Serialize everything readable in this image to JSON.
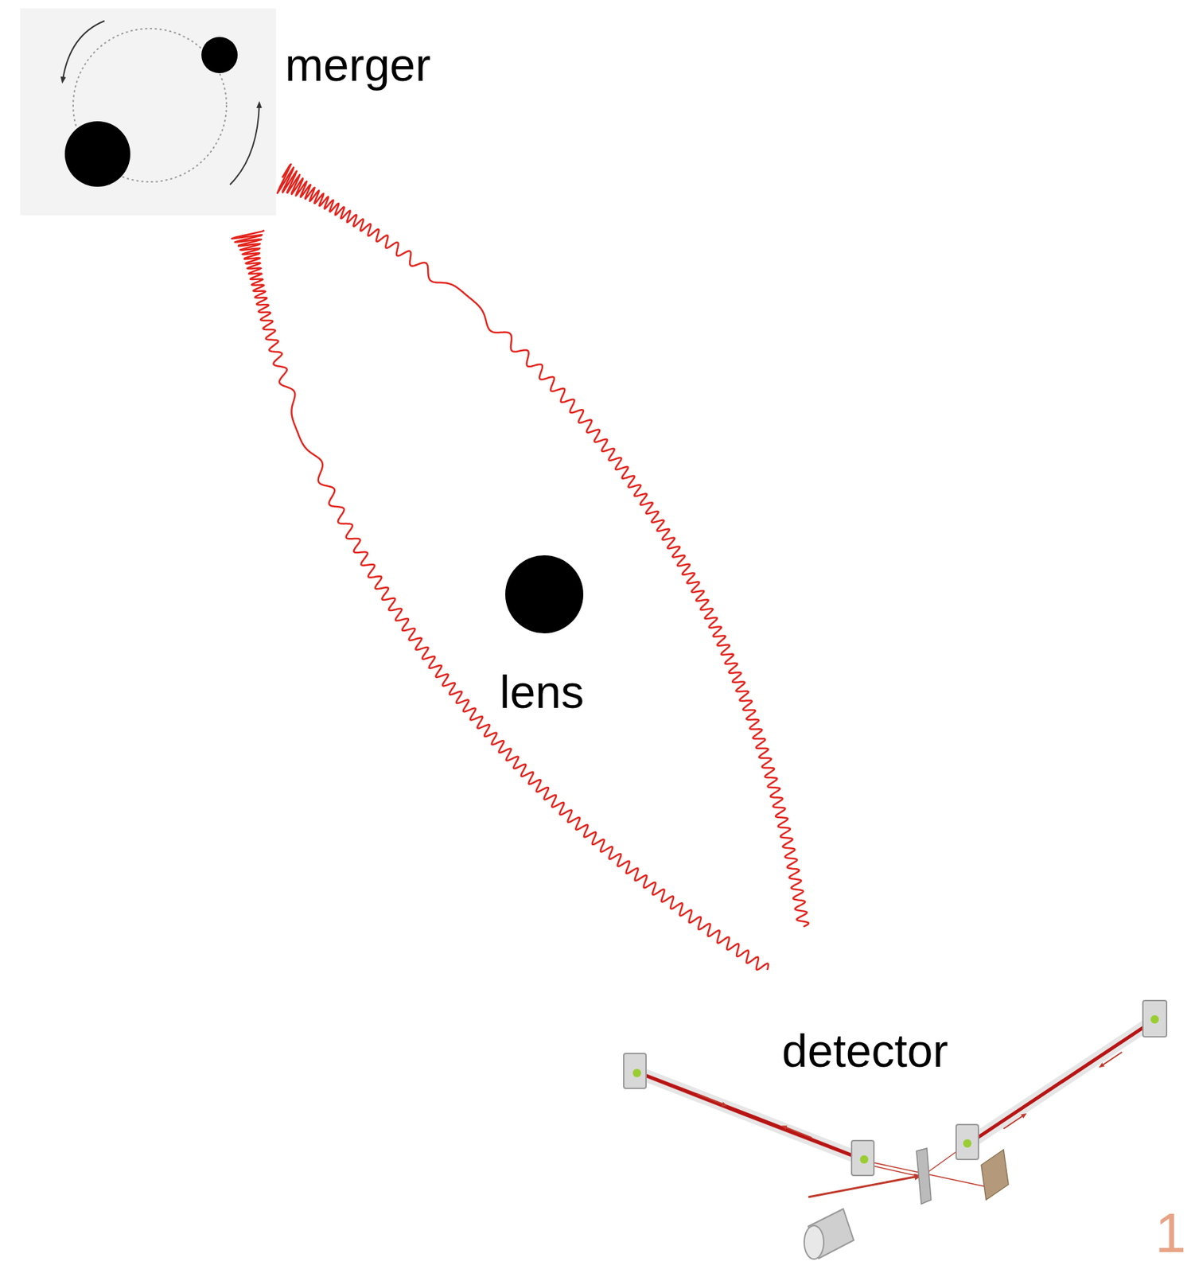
{
  "diagram": {
    "labels": [
      "merger",
      "lens",
      "detector",
      "1"
    ]
  }
}
